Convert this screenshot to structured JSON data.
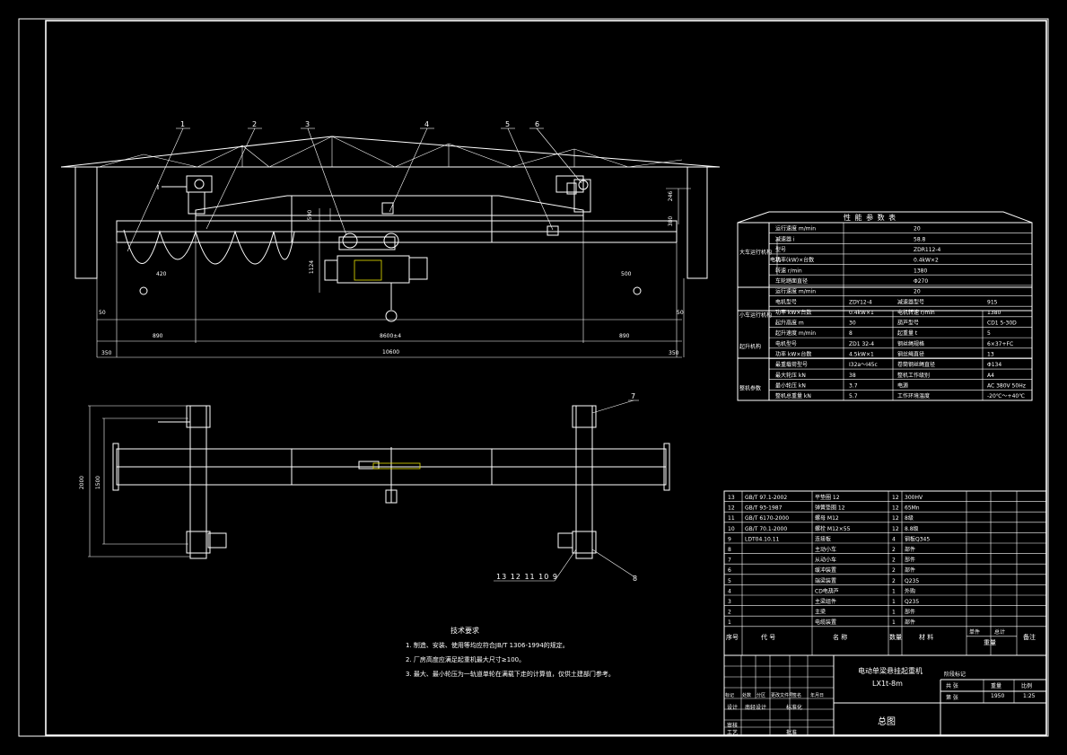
{
  "drawing": {
    "callouts_top": [
      "1",
      "2",
      "3",
      "4",
      "5",
      "6"
    ],
    "callouts_plan": [
      "7",
      "8"
    ],
    "callouts_plan_bottom": "13 12 11 10 9",
    "dims_top": {
      "d50_left": "50",
      "d50_right": "50",
      "d890_left": "890",
      "d890_right": "890",
      "span": "8600±4",
      "total": "10600",
      "d350_left": "350",
      "d350_right": "350",
      "d420": "420",
      "d500": "500",
      "v_left_a": "590",
      "v_left_b": "1124",
      "v_right_a": "380",
      "v_right_b": "246"
    },
    "dims_plan": {
      "v_outer": "2000",
      "v_inner": "1500"
    }
  },
  "tech": {
    "heading": "技术要求",
    "items": [
      "1. 制造、安装、使用等均应符合JB/T 1306-1994的规定。",
      "2. 厂房高度应满足起重机最大尺寸≥100。",
      "3. 最大、最小轮压为一轨道单轮在满载下走的计算值，仅供土建部门参考。"
    ]
  },
  "perf": {
    "title": "性 能 参 数 表",
    "rows": [
      {
        "group": "大车运行机构",
        "sub": "",
        "name": "运行速度 m/min",
        "v1": "20",
        "n2": "",
        "v2": ""
      },
      {
        "group": "",
        "sub": "",
        "name": "减速器 i",
        "v1": "58.8",
        "n2": "",
        "v2": ""
      },
      {
        "group": "",
        "sub": "电机",
        "name": "型号",
        "v1": "ZDR112-4",
        "n2": "",
        "v2": ""
      },
      {
        "group": "",
        "sub": "",
        "name": "功率(kW)×台数",
        "v1": "0.4kW×2",
        "n2": "",
        "v2": ""
      },
      {
        "group": "",
        "sub": "",
        "name": "转速 r/min",
        "v1": "1380",
        "n2": "",
        "v2": ""
      },
      {
        "group": "",
        "sub": "",
        "name": "车轮踏面直径",
        "v1": "Φ270",
        "n2": "",
        "v2": ""
      },
      {
        "group": "小车运行机构",
        "sub": "",
        "name": "运行速度 m/min",
        "v1": "20",
        "n2": "",
        "v2": ""
      },
      {
        "group": "",
        "sub": "",
        "name": "电机型号",
        "v1": "ZDY12-4",
        "n2": "减速器型号",
        "v2": "915"
      },
      {
        "group": "",
        "sub": "",
        "name": "功率 kW×台数",
        "v1": "0.4kW×1",
        "n2": "电机转速 r/min",
        "v2": "1380"
      },
      {
        "group": "起升机构",
        "sub": "",
        "name": "起升高度 m",
        "v1": "30",
        "n2": "葫芦型号",
        "v2": "CD1 5-30D"
      },
      {
        "group": "",
        "sub": "",
        "name": "起升速度 m/min",
        "v1": "8",
        "n2": "起重量 t",
        "v2": "5"
      },
      {
        "group": "",
        "sub": "",
        "name": "电机型号",
        "v1": "ZD1 32-4",
        "n2": "钢丝绳规格",
        "v2": "6×37+FC"
      },
      {
        "group": "",
        "sub": "",
        "name": "功率 kW×台数",
        "v1": "4.5kW×1",
        "n2": "钢丝绳直径",
        "v2": "13"
      },
      {
        "group": "整机参数",
        "sub": "",
        "name": "最重载荷型号",
        "v1": "I32a～I45c",
        "n2": "卷筒钢丝绳直径",
        "v2": "Φ134"
      },
      {
        "group": "",
        "sub": "",
        "name": "最大轮压 kN",
        "v1": "38",
        "n2": "整机工作级别",
        "v2": "A4"
      },
      {
        "group": "",
        "sub": "",
        "name": "最小轮压 kN",
        "v1": "3.7",
        "n2": "电源",
        "v2": "AC 380V 50Hz"
      },
      {
        "group": "",
        "sub": "",
        "name": "整机总重量 kN",
        "v1": "5.7",
        "n2": "工作环境温度",
        "v2": "-20℃～+40℃"
      }
    ]
  },
  "bom": {
    "rows": [
      {
        "no": "13",
        "code": "GB/T 97.1-2002",
        "name": "平垫圈 12",
        "qty": "12",
        "mat": "300HV",
        "note": ""
      },
      {
        "no": "12",
        "code": "GB/T 93-1987",
        "name": "弹簧垫圈 12",
        "qty": "12",
        "mat": "65Mn",
        "note": ""
      },
      {
        "no": "11",
        "code": "GB/T 6170-2000",
        "name": "螺母 M12",
        "qty": "12",
        "mat": "8级",
        "note": ""
      },
      {
        "no": "10",
        "code": "GB/T 70.1-2000",
        "name": "螺栓 M12×55",
        "qty": "12",
        "mat": "8.8级",
        "note": ""
      },
      {
        "no": "9",
        "code": "LDT04.10.11",
        "name": "连接板",
        "qty": "4",
        "mat": "钢板Q345",
        "note": ""
      },
      {
        "no": "8",
        "code": "",
        "name": "主动小车",
        "qty": "2",
        "mat": "部件",
        "note": ""
      },
      {
        "no": "7",
        "code": "",
        "name": "从动小车",
        "qty": "2",
        "mat": "部件",
        "note": ""
      },
      {
        "no": "6",
        "code": "",
        "name": "缓冲装置",
        "qty": "2",
        "mat": "部件",
        "note": ""
      },
      {
        "no": "5",
        "code": "",
        "name": "端梁装置",
        "qty": "2",
        "mat": "Q235",
        "note": ""
      },
      {
        "no": "4",
        "code": "",
        "name": "CD电葫芦",
        "qty": "1",
        "mat": "外购",
        "note": ""
      },
      {
        "no": "3",
        "code": "",
        "name": "主梁组件",
        "qty": "1",
        "mat": "Q235",
        "note": ""
      },
      {
        "no": "2",
        "code": "",
        "name": "主梁",
        "qty": "1",
        "mat": "部件",
        "note": ""
      },
      {
        "no": "1",
        "code": "",
        "name": "电缆装置",
        "qty": "1",
        "mat": "部件",
        "note": ""
      }
    ],
    "header": {
      "no": "序号",
      "code": "代 号",
      "name": "名 称",
      "qty": "数量",
      "mat": "材 料",
      "w1": "单件",
      "w2": "总计",
      "wt": "重量",
      "note": "备注"
    }
  },
  "title_block": {
    "name": "电动单梁悬挂起重机",
    "model": "LX1t-8m",
    "sheet": "总图",
    "stage_label": "阶段标记",
    "weight_label": "重量",
    "scale_label": "比例",
    "scale": "1:25",
    "sheets_label": "共 张",
    "sheet_label": "第 张",
    "weight": "1950",
    "row_labels": [
      "标记",
      "处数",
      "分区",
      "更改文件号",
      "签名",
      "年月日"
    ],
    "roles": [
      "设计",
      "审核",
      "工艺"
    ],
    "role_extra": [
      "标准化",
      "批准"
    ],
    "drawn": "南轻设计"
  }
}
